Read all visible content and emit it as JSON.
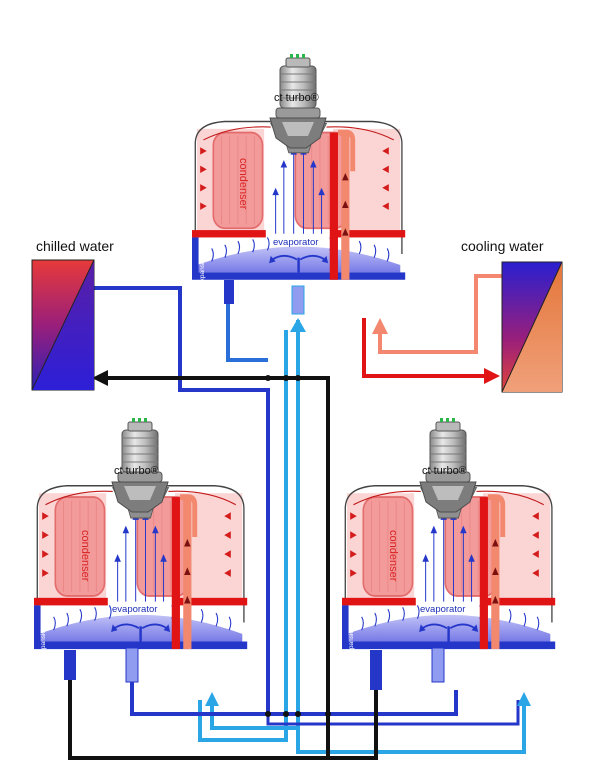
{
  "labels": {
    "chilled_water": "chilled water",
    "cooling_water": "cooling water"
  },
  "units": [
    {
      "brand": "ct turbo®",
      "condenser": "condenser",
      "evaporator": "evaporator",
      "expansion": "expansion"
    },
    {
      "brand": "ct turbo®",
      "condenser": "condenser",
      "evaporator": "evaporator",
      "expansion": "expansion"
    },
    {
      "brand": "ct turbo®",
      "condenser": "condenser",
      "evaporator": "evaporator",
      "expansion": "expansion"
    }
  ],
  "colors": {
    "condenser_fill": "#f4a3a3",
    "condenser_edge": "#e57474",
    "hot_red": "#e01414",
    "warm_salmon": "#f3876f",
    "blue": "#2437c9",
    "light_blue": "#2aa6e6",
    "evap_blue": "#7b7fe9",
    "black": "#111111"
  }
}
